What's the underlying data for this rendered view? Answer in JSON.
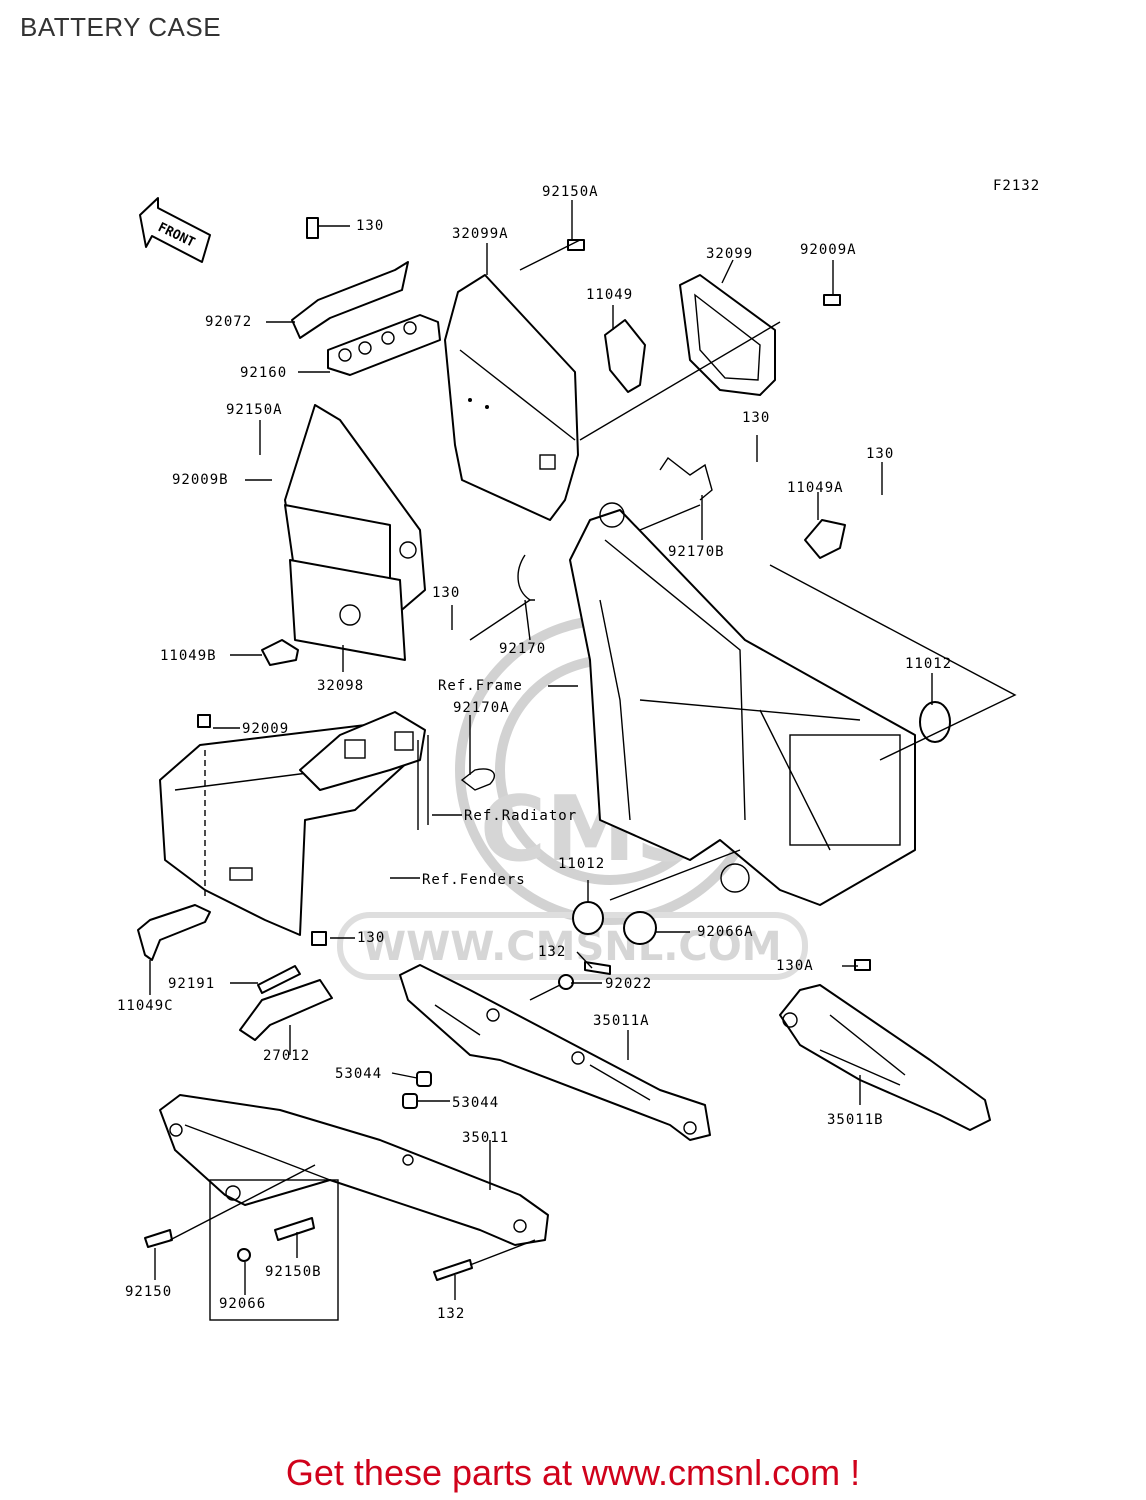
{
  "header": {
    "title": "BATTERY CASE"
  },
  "figure_code": "F2132",
  "front_arrow_text": "FRONT",
  "watermark": {
    "text": "WWW.CMSNL.COM",
    "logo_text": "CMS"
  },
  "labels": {
    "p130_top": "130",
    "p92150A_top": "92150A",
    "p32099A": "32099A",
    "p11049": "11049",
    "p32099": "32099",
    "p92009A": "92009A",
    "p92072": "92072",
    "p92160": "92160",
    "p92150A_left": "92150A",
    "p92009B": "92009B",
    "p130_mid": "130",
    "p130_right": "130",
    "p11049A": "11049A",
    "p92170B": "92170B",
    "p130_92170": "130",
    "p92170": "92170",
    "p11049B": "11049B",
    "p32098": "32098",
    "ref_frame": "Ref.Frame",
    "p92170A": "92170A",
    "p11012_top": "11012",
    "p92009": "92009",
    "ref_radiator": "Ref.Radiator",
    "ref_fenders": "Ref.Fenders",
    "p11012_mid": "11012",
    "p92066A": "92066A",
    "p130_low": "130",
    "p132_top": "132",
    "p92022": "92022",
    "p130A": "130A",
    "p92191": "92191",
    "p11049C": "11049C",
    "p35011A": "35011A",
    "p27012": "27012",
    "p53044_a": "53044",
    "p53044_b": "53044",
    "p35011B": "35011B",
    "p35011": "35011",
    "p92150": "92150",
    "p92150B": "92150B",
    "p92066": "92066",
    "p132_bottom": "132"
  },
  "footer": {
    "text": "Get these parts at www.cmsnl.com !",
    "color": "#d0021b"
  }
}
